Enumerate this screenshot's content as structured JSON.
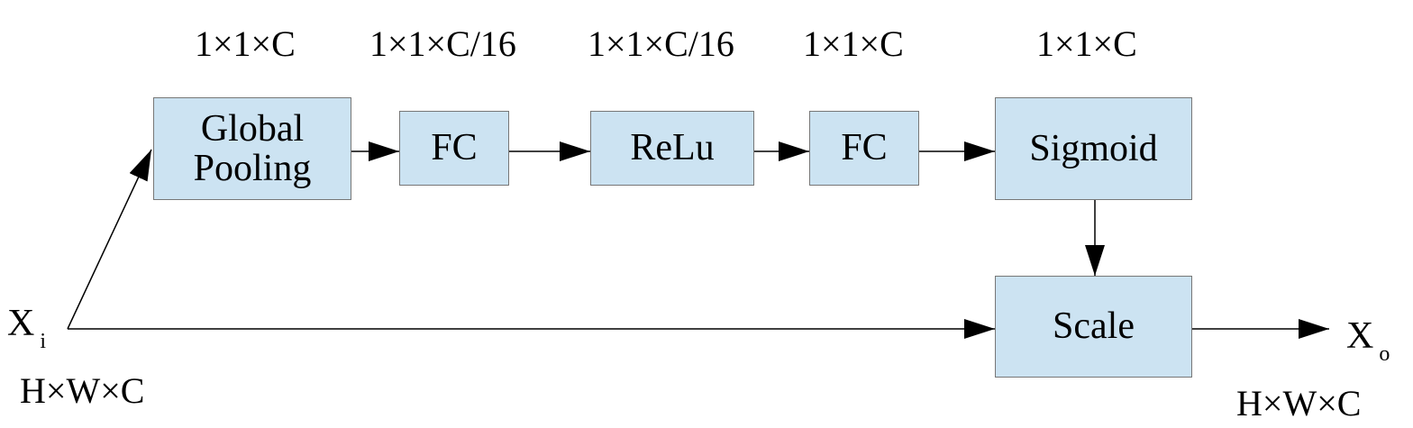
{
  "blocks": {
    "global_pooling": "Global\nPooling",
    "fc1": "FC",
    "relu": "ReLu",
    "fc2": "FC",
    "sigmoid": "Sigmoid",
    "scale": "Scale"
  },
  "dimensions": {
    "global_pooling": "1×1×C",
    "fc1": "1×1×C/16",
    "relu": "1×1×C/16",
    "fc2": "1×1×C",
    "sigmoid": "1×1×C"
  },
  "input": {
    "symbol": "X",
    "subscript": "i",
    "shape": "H×W×C"
  },
  "output": {
    "symbol": "X",
    "subscript": "o",
    "shape": "H×W×C"
  },
  "colors": {
    "block_fill": "#cce3f2",
    "block_border": "#777777",
    "line": "#000000"
  }
}
